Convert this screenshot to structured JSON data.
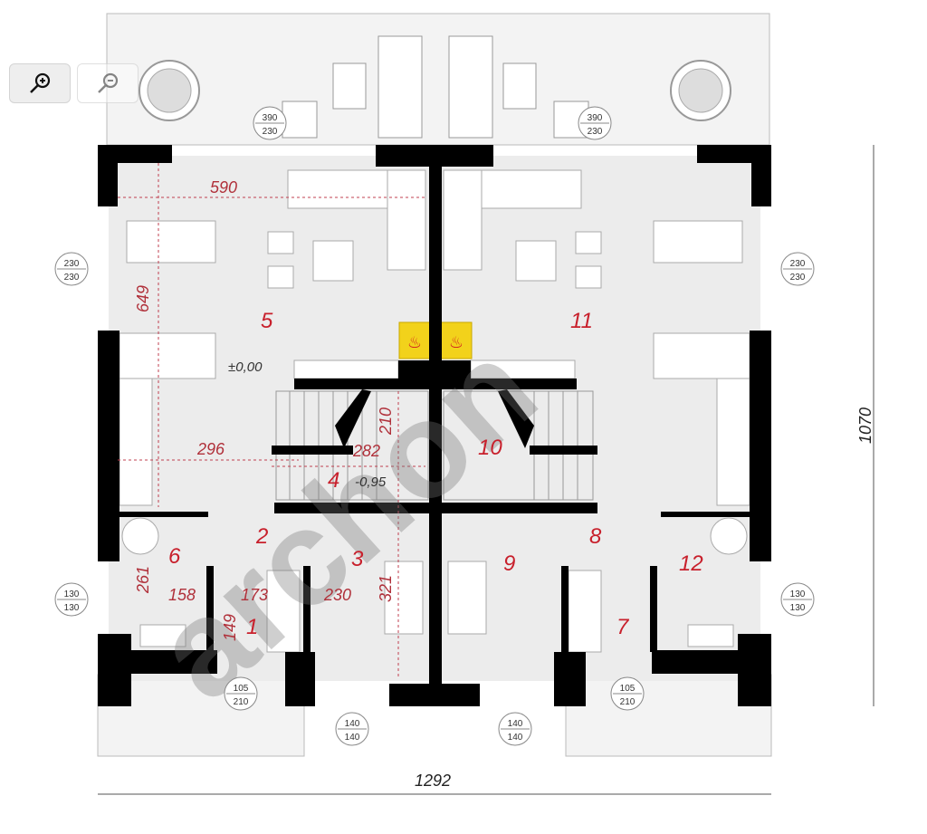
{
  "toolbar": {
    "zoom_in": "zoom-in",
    "zoom_out": "zoom-out"
  },
  "watermark": "archon",
  "rooms": [
    "1",
    "2",
    "3",
    "4",
    "5",
    "6",
    "7",
    "8",
    "9",
    "10",
    "11",
    "12"
  ],
  "dimensions": {
    "living_width": "590",
    "living_depth": "649",
    "kitchen": "296",
    "stair_len": "282",
    "stair_w": "210",
    "bath_depth": "261",
    "bath_w": "158",
    "hall_w": "173",
    "room3_w": "230",
    "room3_d": "321",
    "entry_d": "149",
    "total_depth": "1070",
    "total_width": "1292"
  },
  "levels": {
    "ground": "±0,00",
    "stair": "-0,95"
  },
  "window_tags": {
    "top": [
      "390",
      "230"
    ],
    "side_large": [
      "230",
      "230"
    ],
    "side_small": [
      "130",
      "130"
    ],
    "front": [
      "140",
      "140"
    ],
    "door": [
      "105",
      "210"
    ]
  },
  "colors": {
    "wall": "#000000",
    "floor": "#ececec",
    "terrace": "#f2f2f2",
    "dim": "#b0303a",
    "fireplace": "#f2d21b"
  }
}
